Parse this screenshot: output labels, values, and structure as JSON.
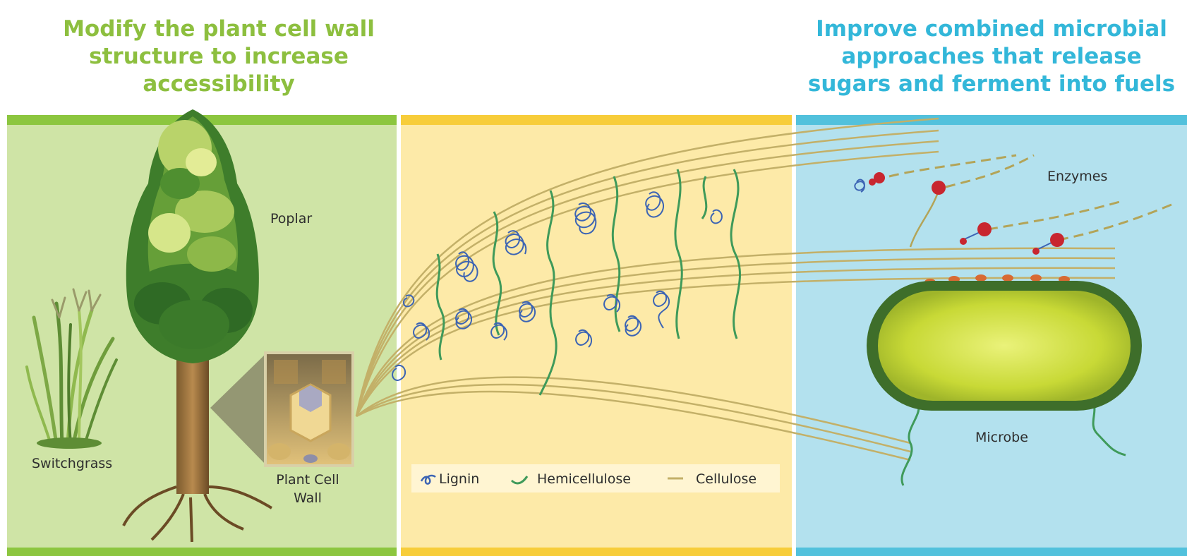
{
  "heading_left": {
    "lines": [
      "Modify the plant cell wall",
      "structure to increase",
      "accessibility"
    ],
    "color": "#8dbf3f"
  },
  "heading_right": {
    "lines": [
      "Improve combined microbial",
      "approaches that release",
      "sugars and ferment into fuels"
    ],
    "color": "#33b7d9"
  },
  "labels": {
    "poplar": "Poplar",
    "switchgrass": "Switchgrass",
    "plant_cell_wall": [
      "Plant Cell",
      "Wall"
    ],
    "enzymes": "Enzymes",
    "microbe": "Microbe"
  },
  "legend": {
    "items": [
      {
        "label": "Lignin",
        "color": "#3c64b4",
        "icon": "lignin-squiggle-icon"
      },
      {
        "label": "Hemicellulose",
        "color": "#3f9a5a",
        "icon": "hemicellulose-curve-icon"
      },
      {
        "label": "Cellulose",
        "color": "#c3b068",
        "icon": "cellulose-line-icon"
      }
    ]
  },
  "panels": {
    "left": {
      "bg": "#cfe4a6",
      "band": "#8cc63f"
    },
    "middle": {
      "bg": "#fdeaa8",
      "band": "#f7cd3a"
    },
    "right": {
      "bg": "#b3e1ee",
      "band": "#52c1dc"
    }
  }
}
